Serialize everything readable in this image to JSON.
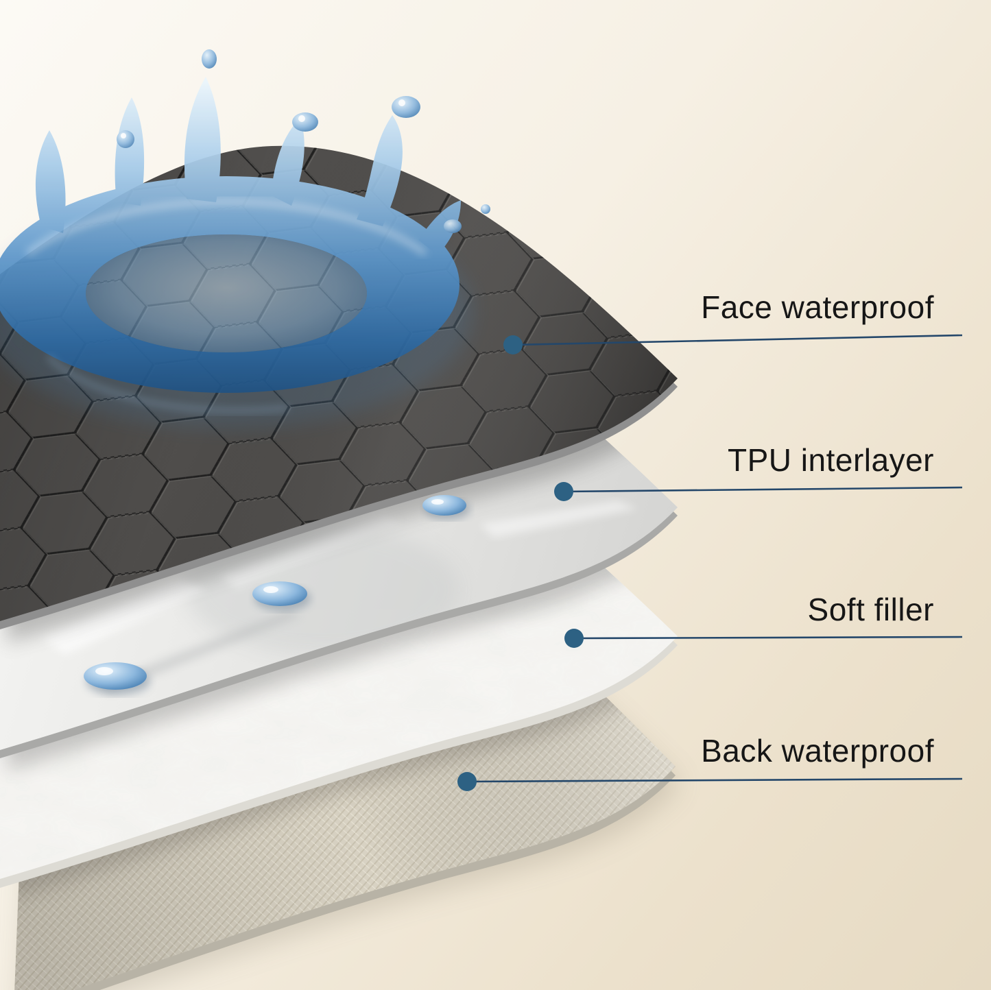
{
  "diagram": {
    "type": "layered-product-structure",
    "subject": "Waterproof quilted pad — exploded layer view with water splash",
    "layers": [
      {
        "label": "Face waterproof"
      },
      {
        "label": "TPU interlayer"
      },
      {
        "label": "Soft filler"
      },
      {
        "label": "Back waterproof"
      }
    ],
    "colors": {
      "background_start": "#fcfaf5",
      "background_end": "#e6dac3",
      "label_text": "#161616",
      "callout_line": "#24476a",
      "callout_dot": "#2d6183",
      "face_layer": "#4c4a48",
      "tpu_layer": "#ededeb",
      "filler_layer": "#f7f6f3",
      "back_layer": "#d8d2c3",
      "water": "#5b95c9"
    }
  }
}
